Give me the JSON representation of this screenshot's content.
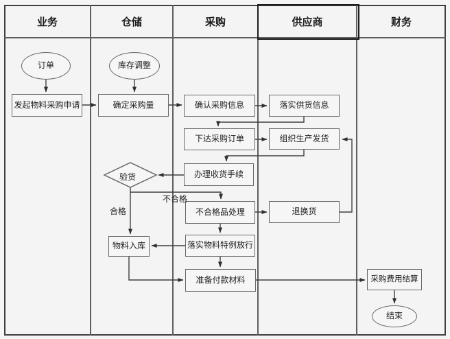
{
  "header": {
    "lanes": [
      {
        "label": "业务"
      },
      {
        "label": "仓储"
      },
      {
        "label": "采购"
      },
      {
        "label": "供应商"
      },
      {
        "label": "财务"
      }
    ]
  },
  "nodes": {
    "order": {
      "label": "订单",
      "type": "start-ellipse"
    },
    "inventory_adjust": {
      "label": "库存调整",
      "type": "start-ellipse"
    },
    "initiate_request": {
      "label": "发起物料采购申请",
      "type": "process"
    },
    "determine_quantity": {
      "label": "确定采购量",
      "type": "process"
    },
    "confirm_info": {
      "label": "确认采购信息",
      "type": "process"
    },
    "supply_info": {
      "label": "落实供货信息",
      "type": "process"
    },
    "issue_po": {
      "label": "下达采购订单",
      "type": "process"
    },
    "organize_shipping": {
      "label": "组织生产发货",
      "type": "process"
    },
    "receiving": {
      "label": "办理收货手续",
      "type": "process"
    },
    "inspect": {
      "label": "验货",
      "type": "decision-diamond"
    },
    "nonconforming": {
      "label": "不合格品处理",
      "type": "process"
    },
    "returns": {
      "label": "退换货",
      "type": "process"
    },
    "warehouse_in": {
      "label": "物料入库",
      "type": "process"
    },
    "special_release": {
      "label": "落实物料特例放行",
      "type": "process"
    },
    "prepare_payment": {
      "label": "准备付款材料",
      "type": "process"
    },
    "expense_settlement": {
      "label": "采购费用结算",
      "type": "process"
    },
    "end": {
      "label": "结束",
      "type": "end-ellipse"
    }
  },
  "edge_labels": {
    "qualified": "合格",
    "unqualified": "不合格"
  },
  "colors": {
    "canvas_bg": "#f5f5f5",
    "line": "#3f3f3f",
    "shape_border": "#676767",
    "selected_border": "#1d1d1d",
    "text": "#1d1d1d"
  }
}
